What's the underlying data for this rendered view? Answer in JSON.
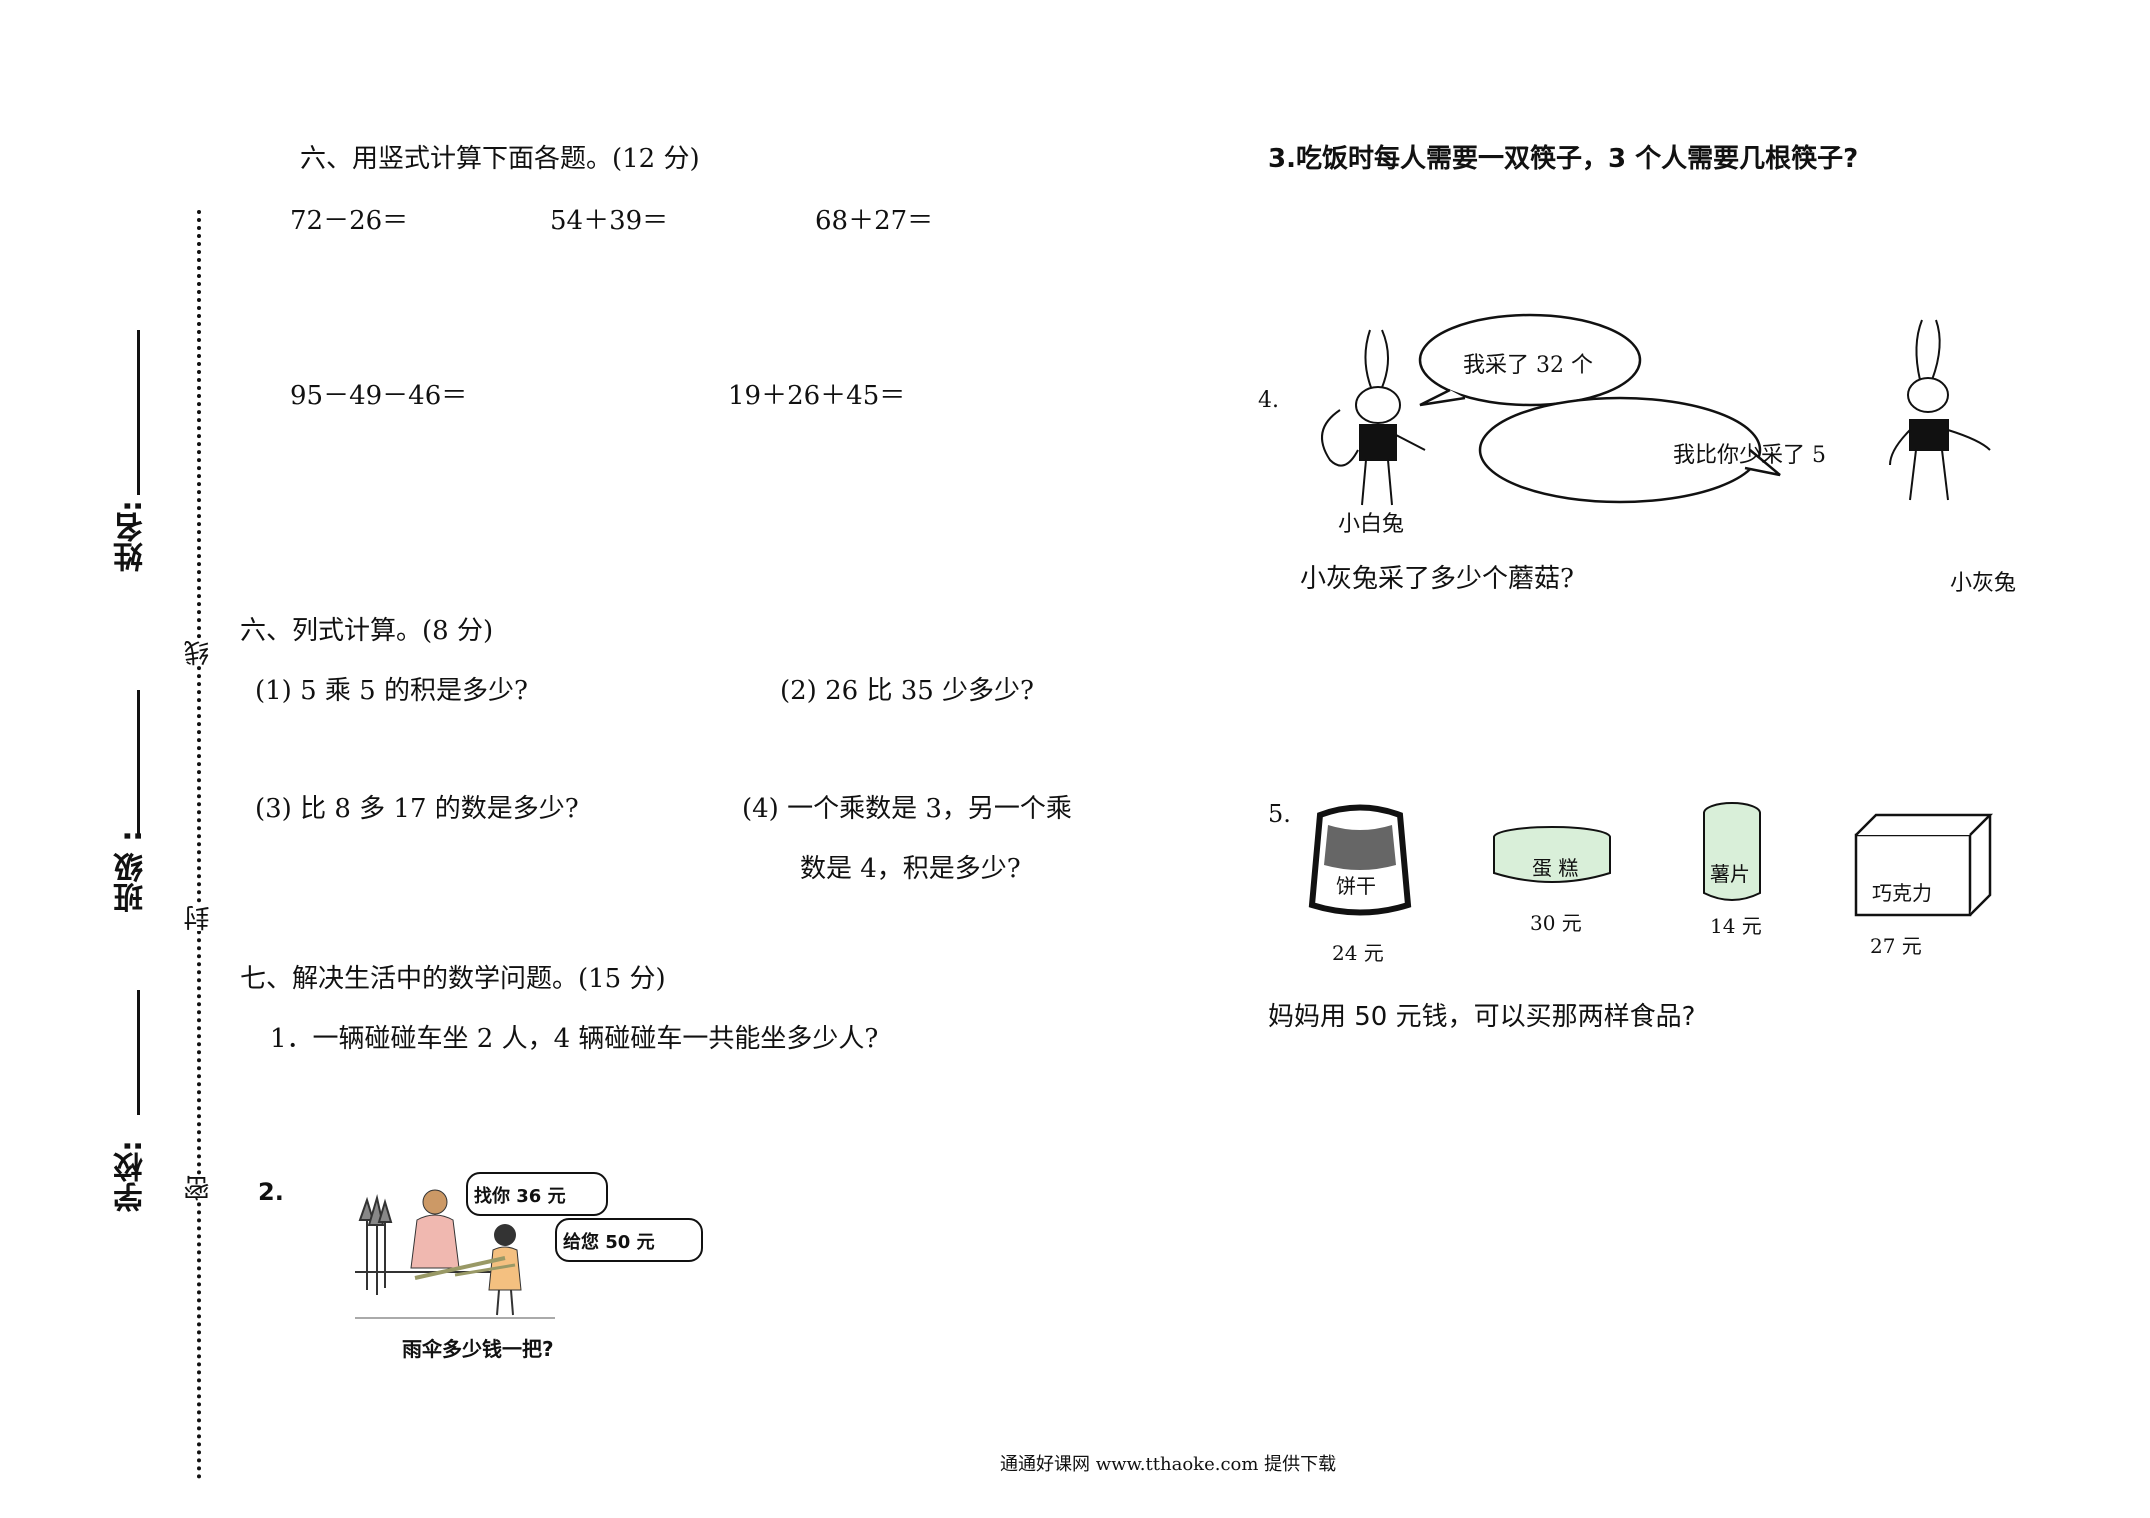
{
  "margin": {
    "name_label": "姓名:",
    "class_label": "班级 :",
    "school_label": "学校:",
    "seal_line": "线",
    "seal_seal": "封",
    "seal_secret": "密"
  },
  "section6a": {
    "title": "六、用竖式计算下面各题。(12 分)",
    "problems": [
      "72－26＝",
      "54＋39＝",
      "68＋27＝",
      "95－49－46＝",
      "19＋26＋45＝"
    ]
  },
  "section6b": {
    "title": "六、列式计算。(8 分)",
    "q1": "(1) 5 乘 5 的积是多少?",
    "q2": "(2) 26 比 35 少多少?",
    "q3": "(3) 比 8 多 17 的数是多少?",
    "q4_line1": "(4) 一个乘数是 3，另一个乘",
    "q4_line2": "数是 4，积是多少?"
  },
  "section7": {
    "title": "七、解决生活中的数学问题。(15 分)",
    "q1": "1．一辆碰碰车坐 2 人，4 辆碰碰车一共能坐多少人?",
    "q2_num": "2.",
    "q2_bubble1": "找你 36 元",
    "q2_bubble2": "给您 50 元",
    "q2_question": "雨伞多少钱一把?"
  },
  "right": {
    "q3": "3.吃饭时每人需要一双筷子，3 个人需要几根筷子?",
    "q4_num": "4.",
    "q4_bubble1": "我采了 32 个",
    "q4_bubble2": "我比你少采了  5",
    "q4_label_white": "小白兔",
    "q4_label_gray": "小灰兔",
    "q4_question": "小灰兔采了多少个蘑菇?",
    "q5_num": "5.",
    "items": [
      {
        "name": "饼干",
        "price": "24 元"
      },
      {
        "name": "蛋 糕",
        "price": "30 元"
      },
      {
        "name": "薯片",
        "price": "14 元"
      },
      {
        "name": "巧克力",
        "price": "27 元"
      }
    ],
    "q5_question": "妈妈用 50 元钱，可以买那两样食品?"
  },
  "footer": {
    "text": "通通好课网 www.tthaoke.com 提供下载"
  }
}
